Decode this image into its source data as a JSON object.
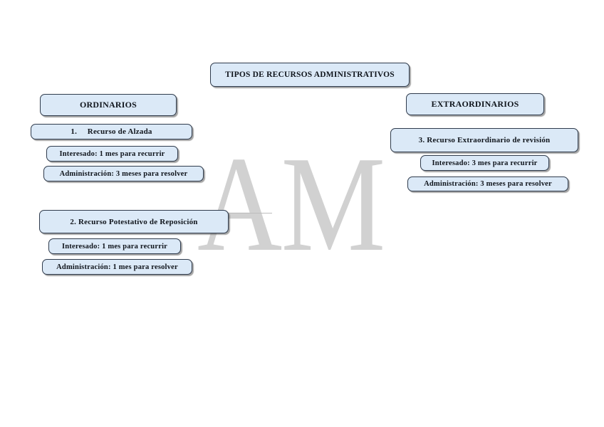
{
  "watermark": {
    "text": "AM",
    "color": "#d1d1d1"
  },
  "title": {
    "label": "TIPOS DE RECURSOS ADMINISTRATIVOS"
  },
  "ordinarios": {
    "header": "ORDINARIOS",
    "recurso1": {
      "title": "1.     Recurso de Alzada",
      "interesado": "Interesado: 1 mes para recurrir",
      "administracion": "Administración: 3 meses para resolver"
    },
    "recurso2": {
      "title": "2. Recurso Potestativo de Reposición",
      "interesado": "Interesado: 1 mes para recurrir",
      "administracion": "Administración: 1 mes para resolver"
    }
  },
  "extraordinarios": {
    "header": "EXTRAORDINARIOS",
    "recurso3": {
      "title": "3. Recurso Extraordinario de revisión",
      "interesado": "Interesado: 3 mes para recurrir",
      "administracion": "Administración: 3 meses para resolver"
    }
  },
  "colors": {
    "box_fill": "#dbe9f7",
    "box_border": "#2f3b4c",
    "watermark": "#d1d1d1",
    "text": "#10151c"
  }
}
